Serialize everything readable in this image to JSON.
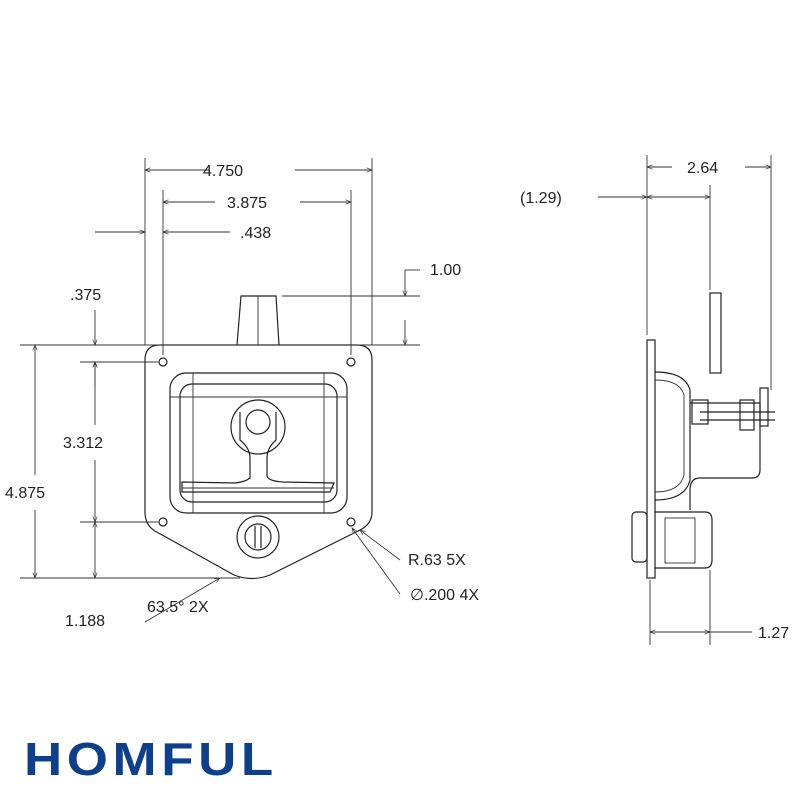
{
  "brand": {
    "name": "HOMFUL",
    "color": "#0d3f8a"
  },
  "front_view": {
    "dims": {
      "overall_width": "4.750",
      "hole_spacing_width": "3.875",
      "hole_offset": ".438",
      "handle_height": "1.00",
      "top_hole_offset": ".375",
      "hole_spacing_height": "3.312",
      "overall_height": "4.875",
      "bottom_offset": "1.188",
      "angle": "63.5° 2X",
      "radius": "R.63 5X",
      "hole_diameter": "∅.200 4X"
    }
  },
  "side_view": {
    "dims": {
      "overall_depth": "2.64",
      "flange_depth": "(1.29)",
      "lock_depth": "1.27"
    }
  }
}
